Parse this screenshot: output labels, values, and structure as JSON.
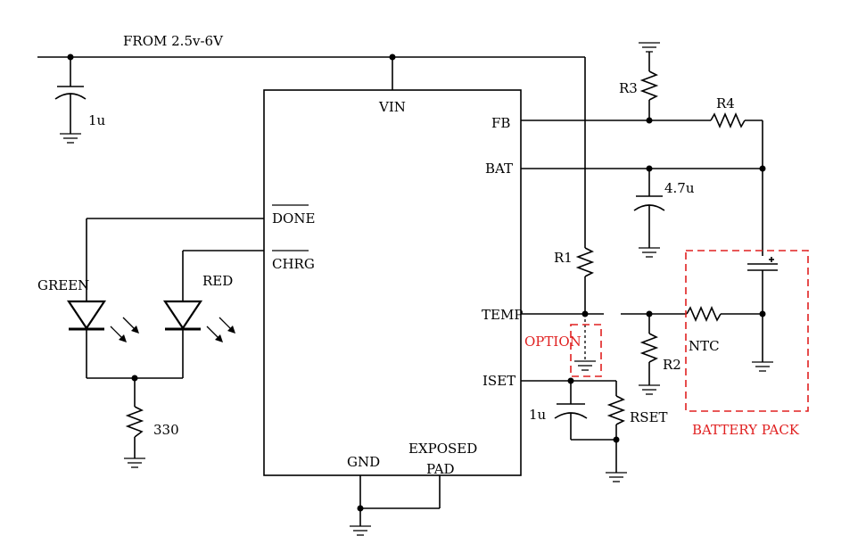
{
  "supply_label": "FROM 2.5v-6V",
  "pins": {
    "vin": "VIN",
    "fb": "FB",
    "bat": "BAT",
    "done": "DONE",
    "chrg": "CHRG",
    "temp": "TEMP",
    "iset": "ISET",
    "gnd": "GND",
    "exposed_pad_line1": "EXPOSED",
    "exposed_pad_line2": "PAD"
  },
  "components": {
    "cin": "1u",
    "r3": "R3",
    "r4": "R4",
    "cbat": "4.7u",
    "r1": "R1",
    "r2": "R2",
    "ntc": "NTC",
    "option": "OPTION",
    "ciset": "1u",
    "rset": "RSET",
    "green_led": "GREEN",
    "red_led": "RED",
    "r_led": "330",
    "battery_pack": "BATTERY PACK"
  },
  "colors": {
    "wire": "#000000",
    "annotation": "#e02020",
    "background": "#ffffff"
  }
}
